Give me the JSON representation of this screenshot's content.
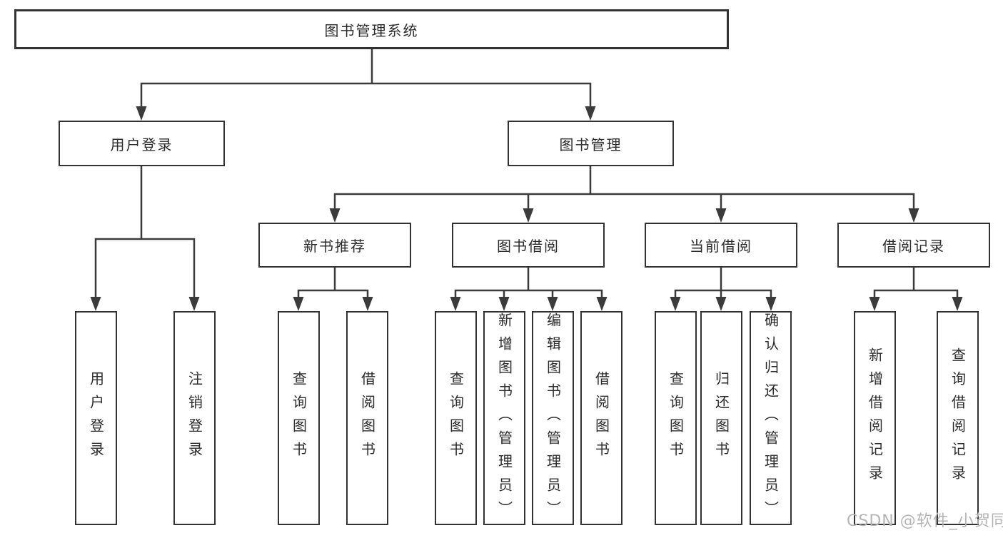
{
  "tree": {
    "label": "图书管理系统",
    "children": [
      {
        "label": "用户登录",
        "children": [
          {
            "label": "用户登录"
          },
          {
            "label": "注销登录"
          }
        ]
      },
      {
        "label": "图书管理",
        "children": [
          {
            "label": "新书推荐",
            "children": [
              {
                "label": "查询图书"
              },
              {
                "label": "借阅图书"
              }
            ]
          },
          {
            "label": "图书借阅",
            "children": [
              {
                "label": "查询图书"
              },
              {
                "label": "新增图书（管理员）"
              },
              {
                "label": "编辑图书（管理员）"
              },
              {
                "label": "借阅图书"
              }
            ]
          },
          {
            "label": "当前借阅",
            "children": [
              {
                "label": "查询图书"
              },
              {
                "label": "归还图书"
              },
              {
                "label": "确认归还（管理员）"
              }
            ]
          },
          {
            "label": "借阅记录",
            "children": [
              {
                "label": "新增借阅记录"
              },
              {
                "label": "查询借阅记录"
              }
            ]
          }
        ]
      }
    ]
  },
  "watermark": {
    "text": "CSDN @软件_小贺同学"
  },
  "colors": {
    "line": "#3b3b3b",
    "box_border": "#333333",
    "text": "#2b2b2b",
    "watermark": "#b5b5b5",
    "background": "#ffffff"
  }
}
